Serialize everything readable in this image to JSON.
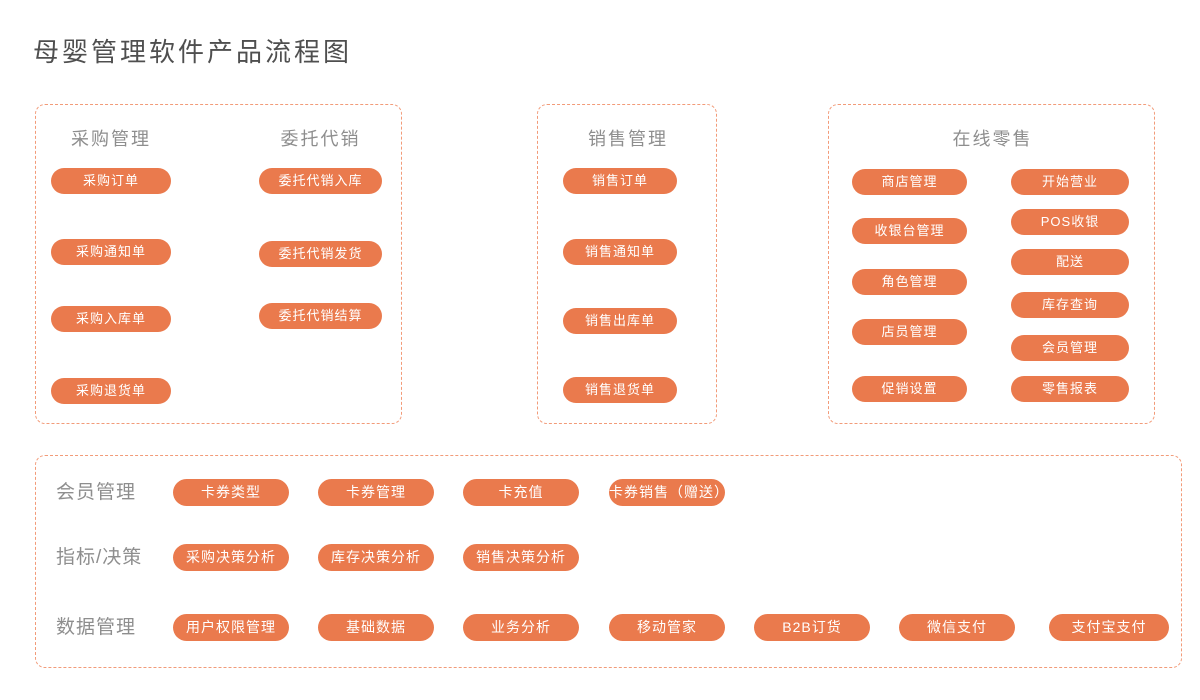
{
  "title": "母婴管理软件产品流程图",
  "colors": {
    "accent": "#EA7A4D",
    "border": "#F29B79",
    "heading": "#8E8E8E",
    "title_color": "#4F4F4F",
    "pill_text": "#FFFFFF"
  },
  "purchase_box": {
    "purchase": {
      "heading": "采购管理",
      "items": [
        "采购订单",
        "采购通知单",
        "采购入库单",
        "采购退货单"
      ]
    },
    "consignment": {
      "heading": "委托代销",
      "items": [
        "委托代销入库",
        "委托代销发货",
        "委托代销结算"
      ]
    }
  },
  "sales_box": {
    "heading": "销售管理",
    "items": [
      "销售订单",
      "销售通知单",
      "销售出库单",
      "销售退货单"
    ]
  },
  "retail_box": {
    "heading": "在线零售",
    "col1": [
      "商店管理",
      "收银台管理",
      "角色管理",
      "店员管理",
      "促销设置"
    ],
    "col2": [
      "开始营业",
      "POS收银",
      "配送",
      "库存查询",
      "会员管理",
      "零售报表"
    ]
  },
  "foundation_box": {
    "rows": [
      {
        "label": "会员管理",
        "items": [
          "卡券类型",
          "卡券管理",
          "卡充值",
          "卡券销售（赠送）"
        ]
      },
      {
        "label": "指标/决策",
        "items": [
          "采购决策分析",
          "库存决策分析",
          "销售决策分析"
        ]
      },
      {
        "label": "数据管理",
        "items": [
          "用户权限管理",
          "基础数据",
          "业务分析",
          "移动管家",
          "B2B订货",
          "微信支付",
          "支付宝支付"
        ]
      }
    ]
  }
}
